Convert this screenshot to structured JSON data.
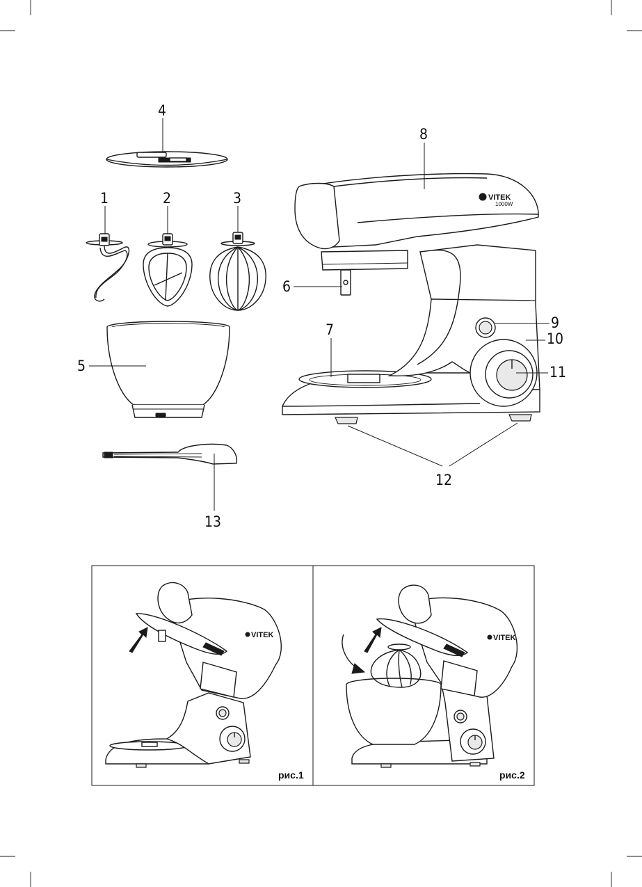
{
  "callouts": {
    "c1": "1",
    "c2": "2",
    "c3": "3",
    "c4": "4",
    "c5": "5",
    "c6": "6",
    "c7": "7",
    "c8": "8",
    "c9": "9",
    "c10": "10",
    "c11": "11",
    "c12": "12",
    "c13": "13"
  },
  "mixer": {
    "brand": "VITEK",
    "power": "1000W"
  },
  "figures": {
    "fig1": {
      "caption": "рис.1",
      "brand": "VITEK"
    },
    "fig2": {
      "caption": "рис.2",
      "brand": "VITEK"
    }
  },
  "icons": [
    "arrow-up-right-icon",
    "curved-arrow-icon"
  ]
}
